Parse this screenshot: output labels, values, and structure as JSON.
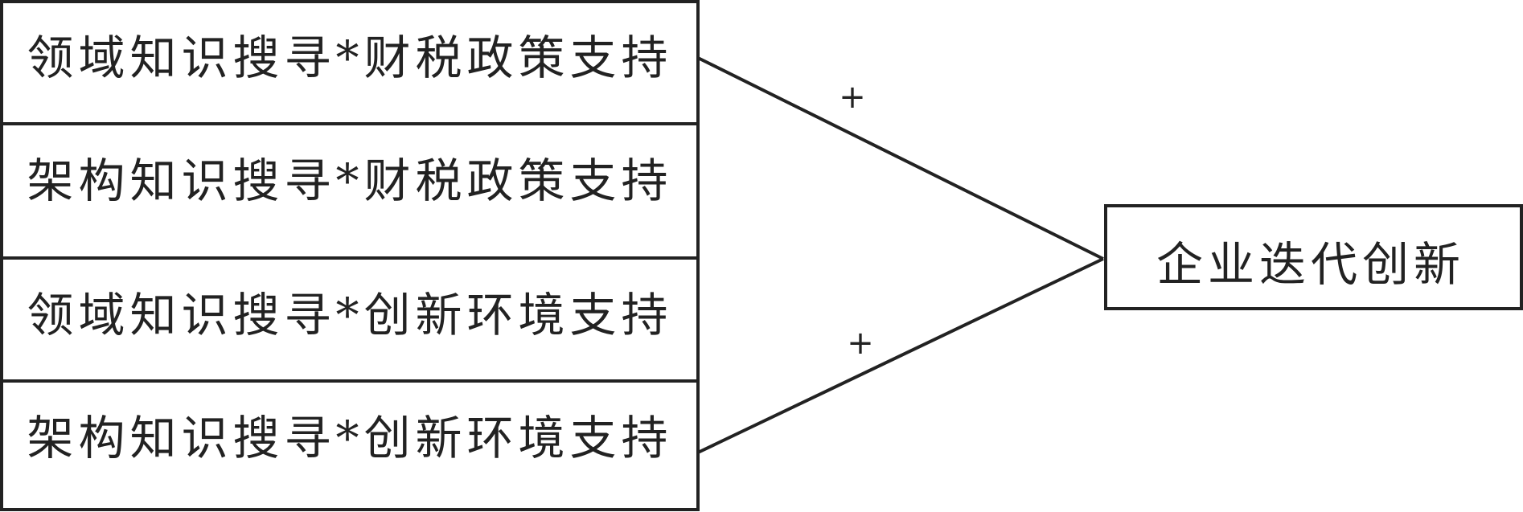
{
  "diagram": {
    "left_boxes": [
      {
        "label": "领域知识搜寻*财税政策支持"
      },
      {
        "label": "架构知识搜寻*财税政策支持"
      },
      {
        "label": "领域知识搜寻*创新环境支持"
      },
      {
        "label": "架构知识搜寻*创新环境支持"
      }
    ],
    "outcome": {
      "label": "企业迭代创新"
    },
    "upper_sign": "+",
    "lower_sign": "+",
    "colors": {
      "stroke": "#222222",
      "background": "#ffffff"
    }
  }
}
